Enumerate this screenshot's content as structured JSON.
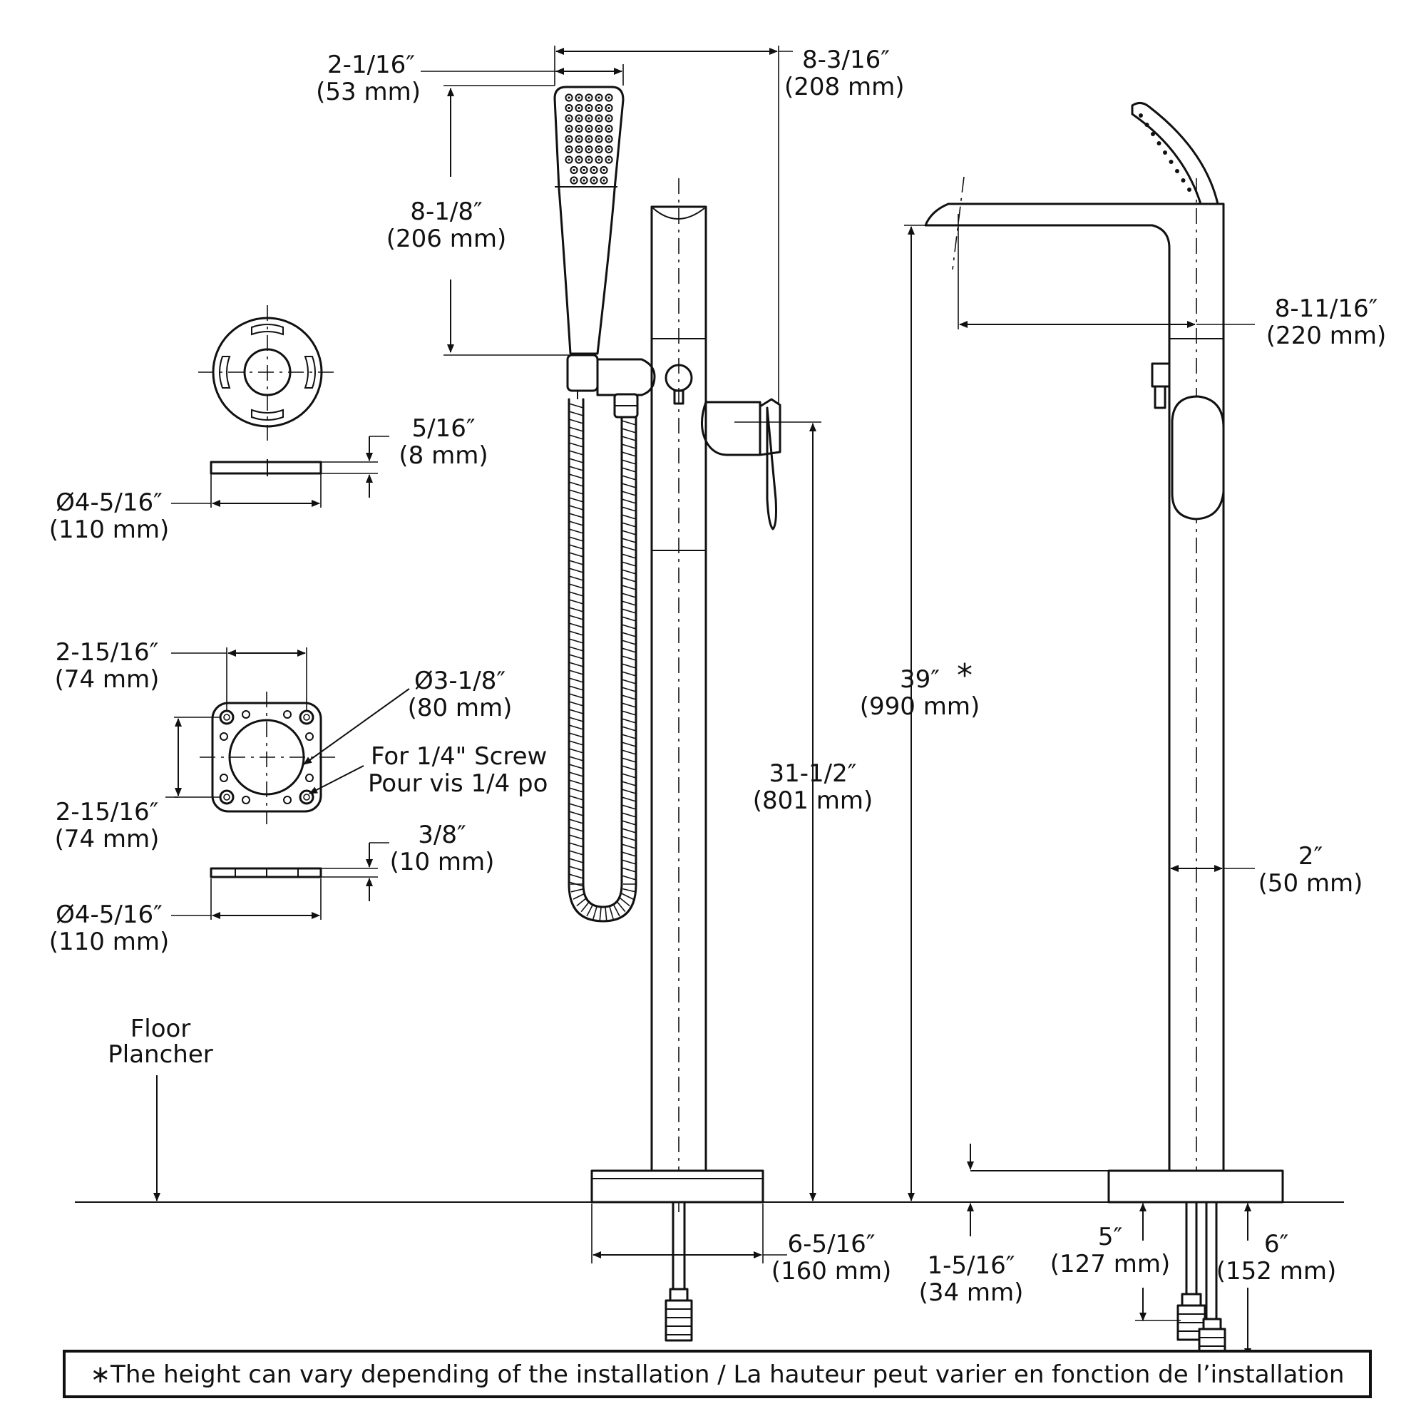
{
  "dimensions": {
    "handshower_width": {
      "imperial": "2-1/16″",
      "metric": "(53 mm)"
    },
    "overall_reach": {
      "imperial": "8-3/16″",
      "metric": "(208  mm)"
    },
    "handshower_length": {
      "imperial": "8-1/8″",
      "metric": "(206 mm)"
    },
    "spout_reach": {
      "imperial": "8-11/16″",
      "metric": "(220 mm)"
    },
    "ring_thickness": {
      "imperial": "5/16″",
      "metric": "(8 mm)"
    },
    "ring_diameter": {
      "imperial": "Ø4-5/16″",
      "metric": "(110 mm)"
    },
    "bracket_hole_spacing_x": {
      "imperial": "2-15/16″",
      "metric": "(74 mm)"
    },
    "bracket_center_hole": {
      "imperial": "Ø3-1/8″",
      "metric": "(80 mm)"
    },
    "bracket_hole_spacing_y": {
      "imperial": "2-15/16″",
      "metric": "(74 mm)"
    },
    "bracket_thickness": {
      "imperial": "3/8″",
      "metric": "(10 mm)"
    },
    "bracket_diameter": {
      "imperial": "Ø4-5/16″",
      "metric": "(110 mm)"
    },
    "spout_height": {
      "imperial": "39″",
      "metric": "(990 mm)",
      "asterisk": "*"
    },
    "handle_height": {
      "imperial": "31-1/2″",
      "metric": "(801 mm)"
    },
    "column_diameter": {
      "imperial": "2″",
      "metric": "(50 mm)"
    },
    "base_diameter": {
      "imperial": "6-5/16″",
      "metric": "(160 mm)"
    },
    "base_height": {
      "imperial": "1-5/16″",
      "metric": "(34 mm)"
    },
    "supply_length_short": {
      "imperial": "5″",
      "metric": "(127 mm)"
    },
    "supply_length_long": {
      "imperial": "6″",
      "metric": "(152 mm)"
    }
  },
  "screw_note": {
    "en": "For 1/4\" Screw",
    "fr": "Pour vis 1/4 po"
  },
  "floor_label": {
    "en": "Floor",
    "fr": "Plancher"
  },
  "footnote": "∗The height can vary depending of the installation / La hauteur peut varier en fonction de l’installation"
}
